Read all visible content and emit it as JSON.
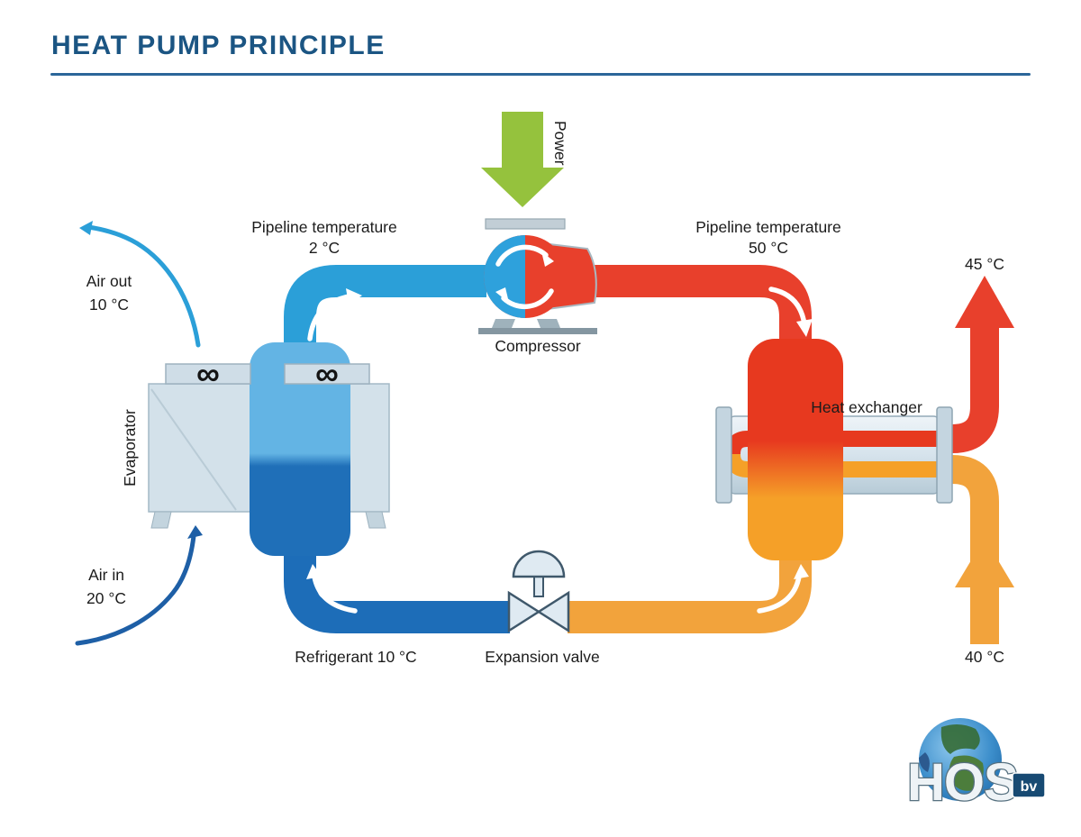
{
  "header": {
    "title": "HEAT PUMP PRINCIPLE"
  },
  "labels": {
    "power": "Power",
    "compressor": "Compressor",
    "pipeline_left_1": "Pipeline temperature",
    "pipeline_left_2": "2 °C",
    "pipeline_right_1": "Pipeline temperature",
    "pipeline_right_2": "50 °C",
    "evaporator": "Evaporator",
    "air_out_1": "Air out",
    "air_out_2": "10 °C",
    "air_in_1": "Air in",
    "air_in_2": "20 °C",
    "refrigerant": "Refrigerant 10 °C",
    "expansion_valve": "Expansion valve",
    "heat_exchanger": "Heat exchanger",
    "outlet_temp": "45 °C",
    "inlet_temp": "40 °C",
    "fan_symbol": "∞"
  },
  "logo": {
    "name": "HOS",
    "suffix": "bv"
  },
  "colors": {
    "title": "#1b5583",
    "cold_pipe": "#2b9fd8",
    "cold_dark_pipe": "#1d6db8",
    "hot_pipe": "#e8402c",
    "warm_pipe": "#f2a33c",
    "power_arrow": "#95c23d",
    "air_in_arrow": "#1e5fa6"
  }
}
